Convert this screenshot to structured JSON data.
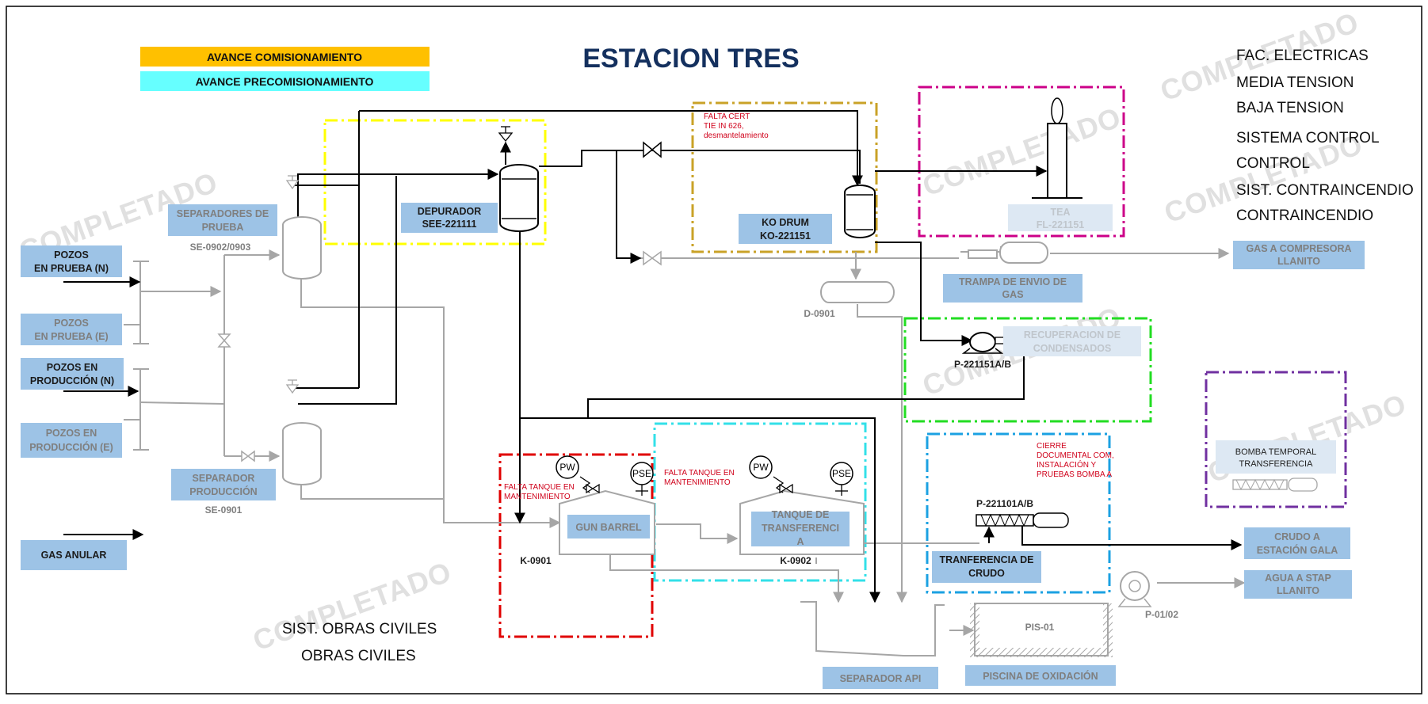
{
  "title": "ESTACION TRES",
  "legend": {
    "commissioning": "AVANCE COMISIONAMIENTO",
    "precommissioning": "AVANCE PRECOMISIONAMIENTO",
    "commissioning_color": "#ffc000",
    "precommissioning_color": "#66ffff"
  },
  "systems": {
    "electrical": [
      "FAC. ELECTRICAS",
      "MEDIA TENSION",
      "BAJA TENSION"
    ],
    "control": [
      "SISTEMA CONTROL",
      "CONTROL"
    ],
    "fire": [
      "SIST. CONTRAINCENDIO",
      "CONTRAINCENDIO"
    ],
    "civil": [
      "SIST. OBRAS CIVILES",
      "OBRAS CIVILES"
    ]
  },
  "watermark": "COMPLETADO",
  "inlets": {
    "pozos_prueba_n": [
      "POZOS",
      "EN PRUEBA (N)"
    ],
    "pozos_prueba_e": [
      "POZOS",
      "EN PRUEBA (E)"
    ],
    "pozos_produccion_n": [
      "POZOS EN",
      "PRODUCCIÓN (N)"
    ],
    "pozos_produccion_e": [
      "POZOS EN",
      "PRODUCCIÓN (E)"
    ],
    "gas_anular": "GAS ANULAR"
  },
  "equipment": {
    "sep_prueba": [
      "SEPARADORES DE",
      "PRUEBA"
    ],
    "sep_prueba_tag": "SE-0902/0903",
    "sep_prod": [
      "SEPARADOR",
      "PRODUCCIÓN"
    ],
    "sep_prod_tag": "SE-0901",
    "depurador": [
      "DEPURADOR",
      "SEE-221111"
    ],
    "ko_drum": [
      "KO DRUM",
      "KO-221151"
    ],
    "tea": [
      "TEA",
      "FL-221151"
    ],
    "trampa": [
      "TRAMPA DE ENVIO DE",
      "GAS"
    ],
    "d0901": "D-0901",
    "recuperacion": [
      "RECUPERACION DE",
      "CONDENSADOS"
    ],
    "p221151": "P-221151A/B",
    "bomba_temporal": [
      "BOMBA TEMPORAL",
      "TRANSFERENCIA"
    ],
    "gun_barrel": "GUN BARREL",
    "k0901": "K-0901",
    "tanque_transf": [
      "TANQUE DE",
      "TRANSFERENCI",
      "A"
    ],
    "k0902": "K-0902",
    "p221101": "P-221101A/B",
    "transf_crudo": [
      "TRANFERENCIA DE",
      "CRUDO"
    ],
    "pis01": "PIS-01",
    "piscina": "PISCINA DE OXIDACIÓN",
    "sep_api": "SEPARADOR API",
    "p0102": "P-01/02",
    "pw": "PW",
    "pse": "PSE"
  },
  "outlets": {
    "gas_compresora": [
      "GAS A COMPRESORA",
      "LLANITO"
    ],
    "crudo_gala": [
      "CRUDO A",
      "ESTACIÓN GALA"
    ],
    "agua_stap": [
      "AGUA A STAP",
      "LLANITO"
    ]
  },
  "notes": {
    "falta_cert": [
      "FALTA CERT",
      "TIE IN 626,",
      "desmantelamiento"
    ],
    "falta_tanque_1": [
      "FALTA TANQUE EN",
      "MANTENIMIENTO"
    ],
    "falta_tanque_2": [
      "FALTA TANQUE EN",
      "MANTENIMIENTO"
    ],
    "cierre": [
      "CIERRE",
      "DOCUMENTAL COM,",
      "INSTALACIÓN Y",
      "PRUEBAS BOMBA A"
    ]
  },
  "colors": {
    "title": "#14305e",
    "label_box": "#9dc3e6",
    "note_red": "#d0021b",
    "zone_yellow": "#ffff00",
    "zone_gold": "#c9a227",
    "zone_magenta": "#cc0088",
    "zone_green": "#22dd22",
    "zone_purple": "#7030a0",
    "zone_red": "#e00000",
    "zone_cyan": "#33e0e8",
    "zone_blue": "#1ba1e2"
  }
}
